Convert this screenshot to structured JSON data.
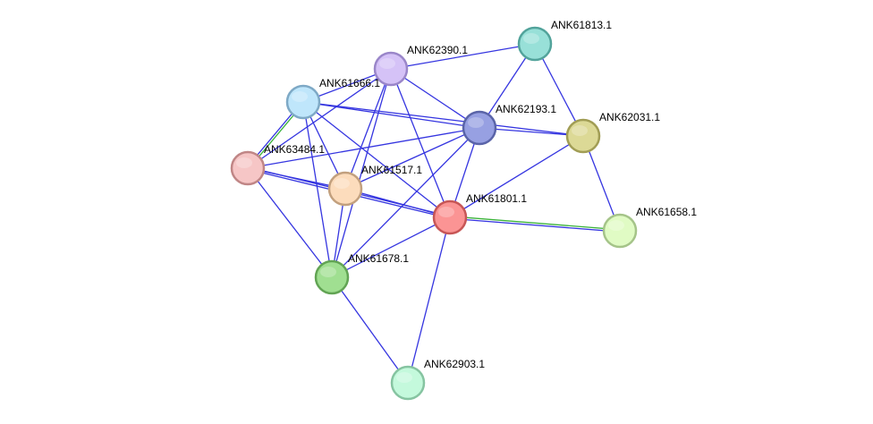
{
  "network": {
    "nodes": [
      {
        "id": "ANK61813.1",
        "label": "ANK61813.1",
        "fill": "#98e0d8",
        "stroke": "#52a39b"
      },
      {
        "id": "ANK62390.1",
        "label": "ANK62390.1",
        "fill": "#d5c2f7",
        "stroke": "#9a86c9"
      },
      {
        "id": "ANK61666.1",
        "label": "ANK61666.1",
        "fill": "#bfe6fb",
        "stroke": "#7ea9c6"
      },
      {
        "id": "ANK62193.1",
        "label": "ANK62193.1",
        "fill": "#97a0e2",
        "stroke": "#5a64a8"
      },
      {
        "id": "ANK62031.1",
        "label": "ANK62031.1",
        "fill": "#dcd996",
        "stroke": "#a19d55"
      },
      {
        "id": "ANK63484.1",
        "label": "ANK63484.1",
        "fill": "#f6c6c6",
        "stroke": "#c08686"
      },
      {
        "id": "ANK61517.1",
        "label": "ANK61517.1",
        "fill": "#fcdcbc",
        "stroke": "#c2a07e"
      },
      {
        "id": "ANK61801.1",
        "label": "ANK61801.1",
        "fill": "#fb9494",
        "stroke": "#c75656"
      },
      {
        "id": "ANK61658.1",
        "label": "ANK61658.1",
        "fill": "#e0fbc4",
        "stroke": "#a5c489"
      },
      {
        "id": "ANK61678.1",
        "label": "ANK61678.1",
        "fill": "#a0df91",
        "stroke": "#62a454"
      },
      {
        "id": "ANK62903.1",
        "label": "ANK62903.1",
        "fill": "#c4f9dc",
        "stroke": "#86c4a1"
      }
    ],
    "edges": [
      {
        "source": "ANK62390.1",
        "target": "ANK61813.1",
        "colors": [
          "#3535e0"
        ]
      },
      {
        "source": "ANK61813.1",
        "target": "ANK62193.1",
        "colors": [
          "#3535e0"
        ]
      },
      {
        "source": "ANK61813.1",
        "target": "ANK62031.1",
        "colors": [
          "#3535e0"
        ]
      },
      {
        "source": "ANK62390.1",
        "target": "ANK61666.1",
        "colors": [
          "#3535e0"
        ]
      },
      {
        "source": "ANK62390.1",
        "target": "ANK62193.1",
        "colors": [
          "#3535e0"
        ]
      },
      {
        "source": "ANK62390.1",
        "target": "ANK63484.1",
        "colors": [
          "#3535e0"
        ]
      },
      {
        "source": "ANK62390.1",
        "target": "ANK61517.1",
        "colors": [
          "#3535e0"
        ]
      },
      {
        "source": "ANK62390.1",
        "target": "ANK61801.1",
        "colors": [
          "#3535e0"
        ]
      },
      {
        "source": "ANK62390.1",
        "target": "ANK61678.1",
        "colors": [
          "#3535e0"
        ]
      },
      {
        "source": "ANK61666.1",
        "target": "ANK62193.1",
        "colors": [
          "#3535e0"
        ]
      },
      {
        "source": "ANK61666.1",
        "target": "ANK63484.1",
        "colors": [
          "#3ab23a",
          "#3535e0"
        ]
      },
      {
        "source": "ANK61666.1",
        "target": "ANK61517.1",
        "colors": [
          "#3535e0"
        ]
      },
      {
        "source": "ANK61666.1",
        "target": "ANK61801.1",
        "colors": [
          "#3535e0"
        ]
      },
      {
        "source": "ANK61666.1",
        "target": "ANK61678.1",
        "colors": [
          "#3535e0"
        ]
      },
      {
        "source": "ANK61666.1",
        "target": "ANK62031.1",
        "colors": [
          "#3535e0"
        ]
      },
      {
        "source": "ANK62193.1",
        "target": "ANK62031.1",
        "colors": [
          "#3535e0"
        ]
      },
      {
        "source": "ANK62193.1",
        "target": "ANK61517.1",
        "colors": [
          "#3535e0"
        ]
      },
      {
        "source": "ANK62193.1",
        "target": "ANK61801.1",
        "colors": [
          "#3535e0"
        ]
      },
      {
        "source": "ANK62193.1",
        "target": "ANK61678.1",
        "colors": [
          "#3535e0"
        ]
      },
      {
        "source": "ANK62193.1",
        "target": "ANK63484.1",
        "colors": [
          "#3535e0"
        ]
      },
      {
        "source": "ANK62031.1",
        "target": "ANK61801.1",
        "colors": [
          "#3535e0"
        ]
      },
      {
        "source": "ANK62031.1",
        "target": "ANK61658.1",
        "colors": [
          "#3535e0"
        ]
      },
      {
        "source": "ANK63484.1",
        "target": "ANK61517.1",
        "colors": [
          "#3535e0"
        ]
      },
      {
        "source": "ANK63484.1",
        "target": "ANK61801.1",
        "colors": [
          "#3535e0",
          "#3535e0"
        ]
      },
      {
        "source": "ANK63484.1",
        "target": "ANK61678.1",
        "colors": [
          "#3535e0"
        ]
      },
      {
        "source": "ANK61517.1",
        "target": "ANK61801.1",
        "colors": [
          "#3535e0"
        ]
      },
      {
        "source": "ANK61517.1",
        "target": "ANK61678.1",
        "colors": [
          "#3535e0"
        ]
      },
      {
        "source": "ANK61801.1",
        "target": "ANK61658.1",
        "colors": [
          "#3ab23a",
          "#3535e0"
        ]
      },
      {
        "source": "ANK61801.1",
        "target": "ANK61678.1",
        "colors": [
          "#3535e0"
        ]
      },
      {
        "source": "ANK61801.1",
        "target": "ANK62903.1",
        "colors": [
          "#3535e0"
        ]
      },
      {
        "source": "ANK61678.1",
        "target": "ANK62903.1",
        "colors": [
          "#3535e0"
        ]
      }
    ]
  }
}
